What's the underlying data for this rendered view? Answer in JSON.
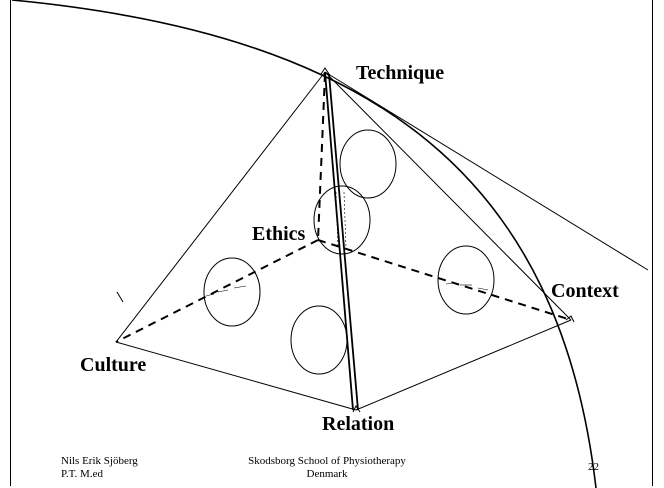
{
  "labels": {
    "technique": "Technique",
    "ethics": "Ethics",
    "context": "Context",
    "culture": "Culture",
    "relation": "Relation"
  },
  "footer": {
    "author_name": "Nils Erik Sjöberg",
    "author_title": "P.T.  M.ed",
    "institution": "Skodsborg School of Physiotherapy",
    "country": "Denmark",
    "page_number": "22"
  }
}
